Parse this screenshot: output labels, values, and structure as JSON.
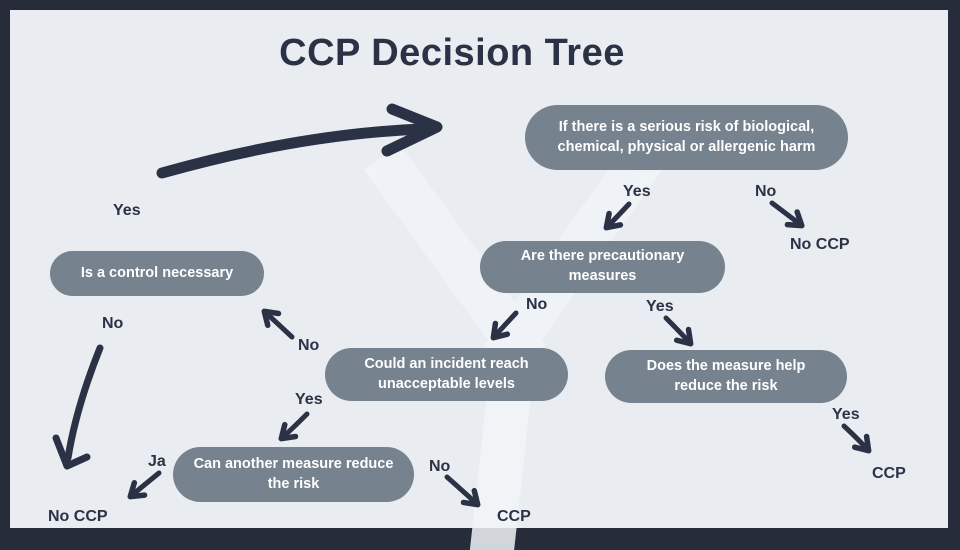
{
  "title": "CCP Decision Tree",
  "nodes": {
    "risk": {
      "line1": "If there is a serious risk of biological,",
      "line2": "chemical, physical or allergenic harm"
    },
    "precautionary": {
      "line1": "Are there precautionary",
      "line2": "measures"
    },
    "control": {
      "line1": "Is a control necessary"
    },
    "incident": {
      "line1": "Could an incident reach",
      "line2": "unacceptable levels"
    },
    "measure_help": {
      "line1": "Does the measure help",
      "line2": "reduce the risk"
    },
    "another_measure": {
      "line1": "Can another measure reduce",
      "line2": "the risk"
    }
  },
  "labels": {
    "yes_left": "Yes",
    "no_left": "No",
    "yes_top": "Yes",
    "no_top": "No",
    "no_ccp_top": "No CCP",
    "no_mid": "No",
    "yes_mid": "Yes",
    "no_incident": "No",
    "yes_incident": "Yes",
    "ja": "Ja",
    "no_bottom": "No",
    "ccp_mid": "CCP",
    "no_ccp_bottom": "No CCP",
    "yes_right": "Yes",
    "ccp_right": "CCP"
  },
  "colors": {
    "background": "#e9edf2",
    "frame": "#262c3a",
    "node_fill": "#76828e",
    "node_text": "#ffffff",
    "text": "#2b3245",
    "watermark": "#f1f4f7"
  }
}
